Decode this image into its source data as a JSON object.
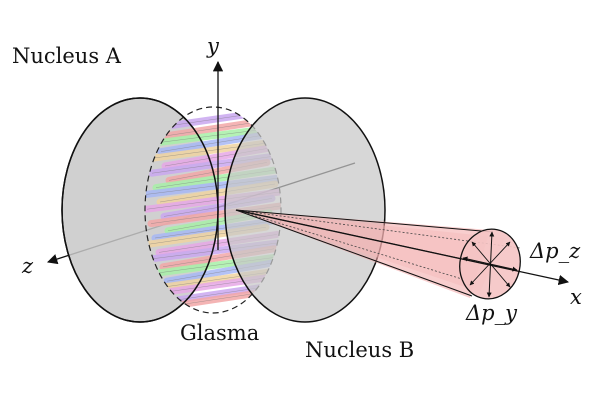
{
  "labels": {
    "nucleus_a": "Nucleus A",
    "nucleus_b": "Nucleus B",
    "glasma": "Glasma",
    "axis_x": "x",
    "axis_y": "y",
    "axis_z": "z",
    "delta_pz": "Δp_z",
    "delta_py": "Δp_y"
  },
  "colors": {
    "nucleus_fill": "#c8c8c8",
    "cone_fill": "#f2a6a6",
    "outline": "#111111",
    "tubes": [
      "#c9a7f0",
      "#f2a7a7",
      "#a7f0a7",
      "#a7b7f5",
      "#f0d3a0",
      "#e6a7e6"
    ]
  }
}
